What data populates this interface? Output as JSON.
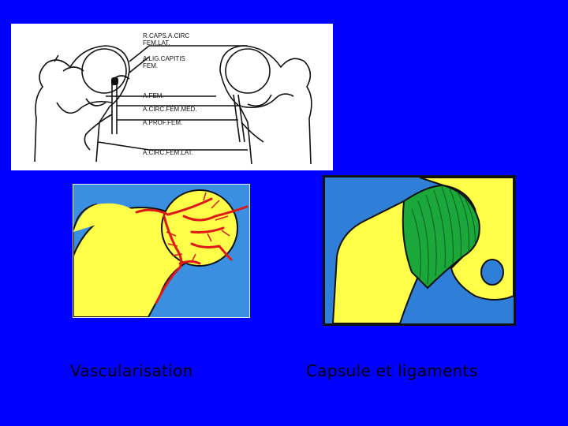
{
  "colors": {
    "background": "#0000ff",
    "bone": "#ffff4a",
    "vessel": "#e01818",
    "ligament": "#1aa83a",
    "diagram_bg": "#3a8fe0"
  },
  "top_diagram": {
    "labels": [
      "R.CAPS.A.CIRC",
      "FEM.LAT.",
      "A.LIG.CAPITIS",
      "FEM.",
      "A.FEM.",
      "A.CIRC.FEM.MED.",
      "A.PROF.FEM.",
      "A.CIRC.FEM.LAT."
    ]
  },
  "captions": {
    "left": "Vascularisation",
    "right": "Capsule et ligaments"
  }
}
